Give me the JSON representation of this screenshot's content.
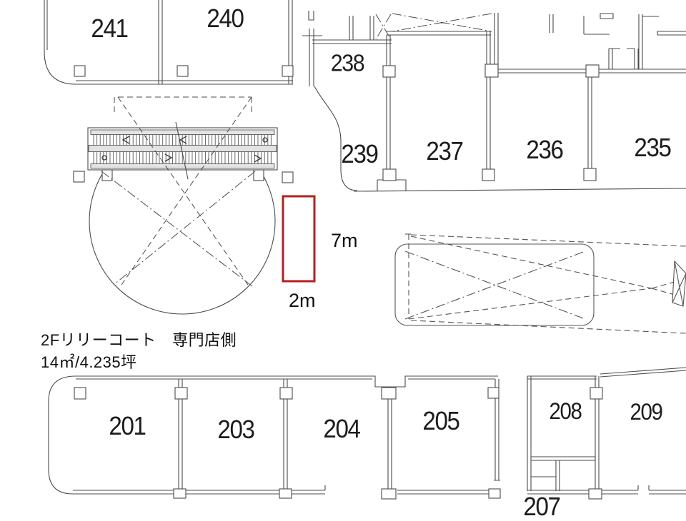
{
  "plan": {
    "floor_label": "2Fリリーコート　専門店側",
    "area_label": "14㎡/4.235坪",
    "unit": {
      "depth_label": "7m",
      "width_label": "2m",
      "highlight_color": "#b22020"
    },
    "rooms": [
      {
        "number": "241"
      },
      {
        "number": "240"
      },
      {
        "number": "238"
      },
      {
        "number": "239"
      },
      {
        "number": "237"
      },
      {
        "number": "236"
      },
      {
        "number": "235"
      },
      {
        "number": "201"
      },
      {
        "number": "203"
      },
      {
        "number": "204"
      },
      {
        "number": "205"
      },
      {
        "number": "208"
      },
      {
        "number": "209"
      },
      {
        "number": "207"
      }
    ],
    "colors": {
      "wall_line": "#4b4b4b",
      "escalator_band": "#e3e3e3",
      "background": "#ffffff"
    }
  }
}
